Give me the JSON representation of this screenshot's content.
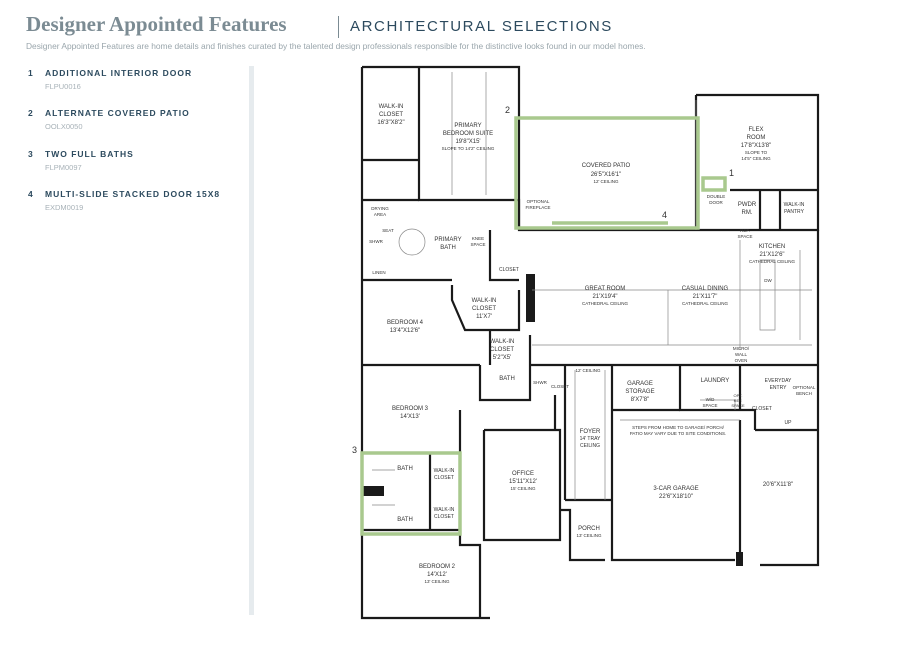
{
  "header": {
    "title": "Designer Appointed Features",
    "category": "ARCHITECTURAL SELECTIONS",
    "description": "Designer Appointed Features are home details and finishes curated by the talented design professionals responsible for the distinctive looks found in our model homes."
  },
  "features": [
    {
      "num": "1",
      "name": "ADDITIONAL INTERIOR DOOR",
      "code": "FLPU0016"
    },
    {
      "num": "2",
      "name": "ALTERNATE COVERED PATIO",
      "code": "OOLX0050"
    },
    {
      "num": "3",
      "name": "TWO FULL BATHS",
      "code": "FLPM0097"
    },
    {
      "num": "4",
      "name": "MULTI-SLIDE STACKED DOOR 15X8",
      "code": "EXDM0019"
    }
  ],
  "colors": {
    "highlight": "#a9c98e",
    "ink": "#2c4a5e",
    "wall": "#1a1a1a"
  },
  "plan": {
    "markers": [
      "1",
      "2",
      "3",
      "4"
    ],
    "rooms": {
      "walkin_closet_1": [
        "WALK-IN",
        "CLOSET",
        "16'3\"X8'2\""
      ],
      "primary_suite": [
        "PRIMARY",
        "BEDROOM SUITE",
        "19'8\"X15'",
        "SLOPE TO 14'2\" CEILING"
      ],
      "covered_patio": [
        "COVERED PATIO",
        "26'5\"X16'1\"",
        "12' CEILING"
      ],
      "optional_fireplace": [
        "OPTIONAL",
        "FIREPLACE"
      ],
      "flex_room": [
        "FLEX",
        "ROOM",
        "17'8\"X13'8\"",
        "SLOPE TO",
        "14'5\" CEILING"
      ],
      "double_door": [
        "DOUBLE",
        "DOOR"
      ],
      "pwdr": [
        "PWDR",
        "RM."
      ],
      "walkin_pantry": [
        "WALK-IN",
        "PANTRY"
      ],
      "drying_area": [
        "DRYING",
        "AREA"
      ],
      "seat": "SEAT",
      "shwr": "SHWR",
      "primary_bath": [
        "PRIMARY",
        "BATH"
      ],
      "knee_space": [
        "KNEE",
        "SPACE"
      ],
      "linen": "LINEN",
      "closet": "CLOSET",
      "ref_space": [
        "REF.",
        "SPACE"
      ],
      "kitchen": [
        "KITCHEN",
        "21'X12'6\"",
        "CATHEDRAL CEILING"
      ],
      "great_room": [
        "GREAT ROOM",
        "21'X19'4\"",
        "CATHEDRAL CEILING"
      ],
      "casual_dining": [
        "CASUAL DINING",
        "21'X11'7\"",
        "CATHEDRAL CEILING"
      ],
      "dw": "DW",
      "walkin_closet_2": [
        "WALK-IN",
        "CLOSET",
        "11'X7'"
      ],
      "bedroom4": [
        "BEDROOM 4",
        "13'4\"X12'6\""
      ],
      "walkin_closet_3": [
        "WALK-IN",
        "CLOSET",
        "5'2\"X5'"
      ],
      "micro": [
        "MICRO/",
        "WALL",
        "OVEN"
      ],
      "bath": "BATH",
      "closet2": "CLOSET",
      "ceiling_note": "12' CEILING",
      "garage_storage": [
        "GARAGE",
        "STORAGE",
        "8'X7'8\""
      ],
      "laundry": "LAUNDRY",
      "everyday_entry": [
        "EVERYDAY",
        "ENTRY"
      ],
      "optional_bench": [
        "OPTIONAL",
        "BENCH"
      ],
      "wd_space": [
        "W/D",
        "SPACE"
      ],
      "opt_ref": [
        "OPT.",
        "REF.",
        "SPACE"
      ],
      "up": "UP",
      "bedroom3": [
        "BEDROOM 3",
        "14'X13'"
      ],
      "foyer": [
        "FOYER",
        "14' TRAY",
        "CEILING"
      ],
      "steps_note": [
        "STEPS FROM HOME TO GARAGE/ PORCH/",
        "PATIO MAY VARY DUE TO SITE CONDITIONS."
      ],
      "bath_a": "BATH",
      "bath_b": "BATH",
      "walkin_closet_a": [
        "WALK-IN",
        "CLOSET"
      ],
      "walkin_closet_b": [
        "WALK-IN",
        "CLOSET"
      ],
      "office": [
        "OFFICE",
        "15'11\"X12'",
        "15' CEILING"
      ],
      "garage3": [
        "3-CAR GARAGE",
        "22'6\"X18'10\""
      ],
      "garage_side": "20'6\"X11'8\"",
      "porch": [
        "PORCH",
        "13' CEILING"
      ],
      "bedroom2": [
        "BEDROOM 2",
        "14'X12'",
        "13' CEILING"
      ]
    }
  }
}
